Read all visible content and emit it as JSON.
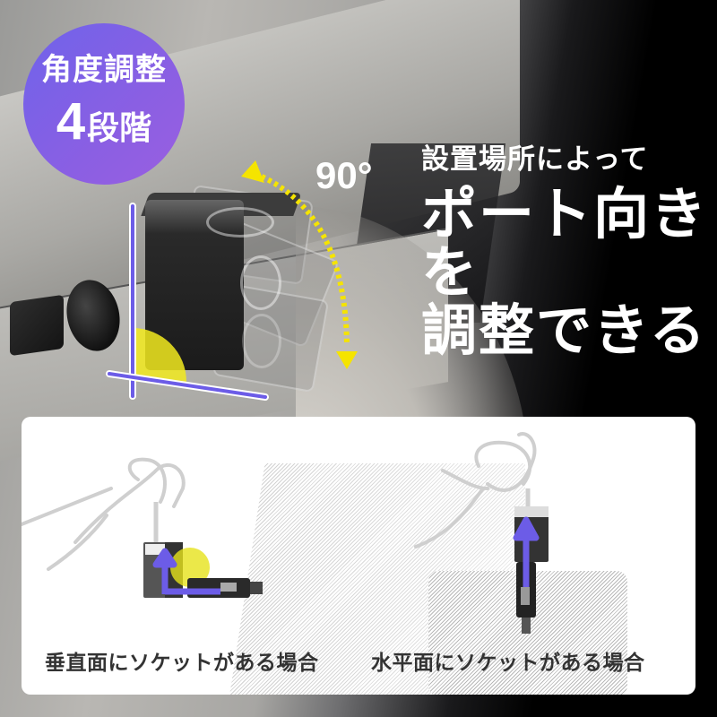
{
  "badge": {
    "line1": "角度調整",
    "number": "4",
    "unit": "段階",
    "color_start": "#6f63ea",
    "color_end": "#9a5fe0"
  },
  "headline": {
    "sub": "設置場所によって",
    "main_line1": "ポート向きを",
    "main_line2": "調整できる"
  },
  "angle_label": "90°",
  "colors": {
    "accent_purple": "#6c5ce7",
    "arc_yellow": "#f5e400",
    "text_white": "#ffffff",
    "caption_text": "#333333"
  },
  "illustrations": {
    "left": {
      "icons": [
        "hand-icon",
        "car-charger-icon",
        "arrow-up-turn-icon"
      ],
      "caption": "垂直面にソケットがある場合"
    },
    "right": {
      "icons": [
        "hand-icon",
        "car-charger-icon",
        "arrow-up-icon"
      ],
      "caption": "水平面にソケットがある場合"
    }
  }
}
